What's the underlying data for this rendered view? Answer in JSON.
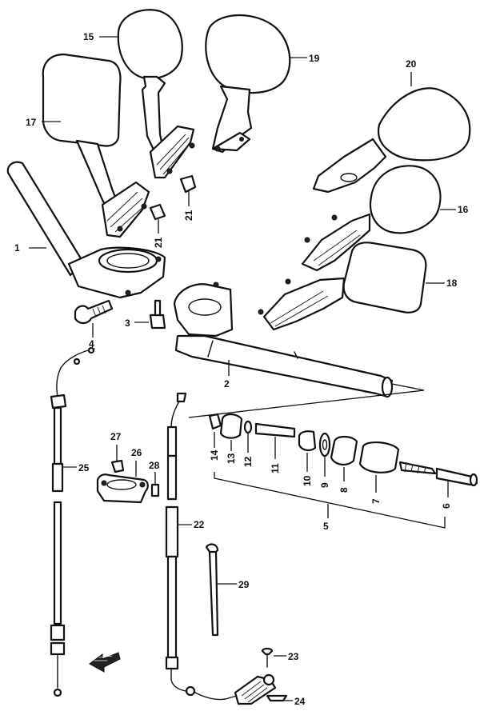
{
  "callouts": [
    {
      "id": "c1",
      "label": "1"
    },
    {
      "id": "c2",
      "label": "2"
    },
    {
      "id": "c3",
      "label": "3"
    },
    {
      "id": "c4",
      "label": "4"
    },
    {
      "id": "c5",
      "label": "5"
    },
    {
      "id": "c6",
      "label": "6"
    },
    {
      "id": "c7",
      "label": "7"
    },
    {
      "id": "c8",
      "label": "8"
    },
    {
      "id": "c9",
      "label": "9"
    },
    {
      "id": "c10",
      "label": "10"
    },
    {
      "id": "c11",
      "label": "11"
    },
    {
      "id": "c12",
      "label": "12"
    },
    {
      "id": "c13",
      "label": "13"
    },
    {
      "id": "c14",
      "label": "14"
    },
    {
      "id": "c15",
      "label": "15"
    },
    {
      "id": "c16",
      "label": "16"
    },
    {
      "id": "c17",
      "label": "17"
    },
    {
      "id": "c18",
      "label": "18"
    },
    {
      "id": "c19",
      "label": "19"
    },
    {
      "id": "c20",
      "label": "20"
    },
    {
      "id": "c21a",
      "label": "21"
    },
    {
      "id": "c21b",
      "label": "21"
    },
    {
      "id": "c22",
      "label": "22"
    },
    {
      "id": "c23",
      "label": "23"
    },
    {
      "id": "c24",
      "label": "24"
    },
    {
      "id": "c25",
      "label": "25"
    },
    {
      "id": "c26",
      "label": "26"
    },
    {
      "id": "c27",
      "label": "27"
    },
    {
      "id": "c28",
      "label": "28"
    },
    {
      "id": "c29",
      "label": "29"
    }
  ],
  "colors": {
    "line": "#111111",
    "background": "#ffffff"
  }
}
